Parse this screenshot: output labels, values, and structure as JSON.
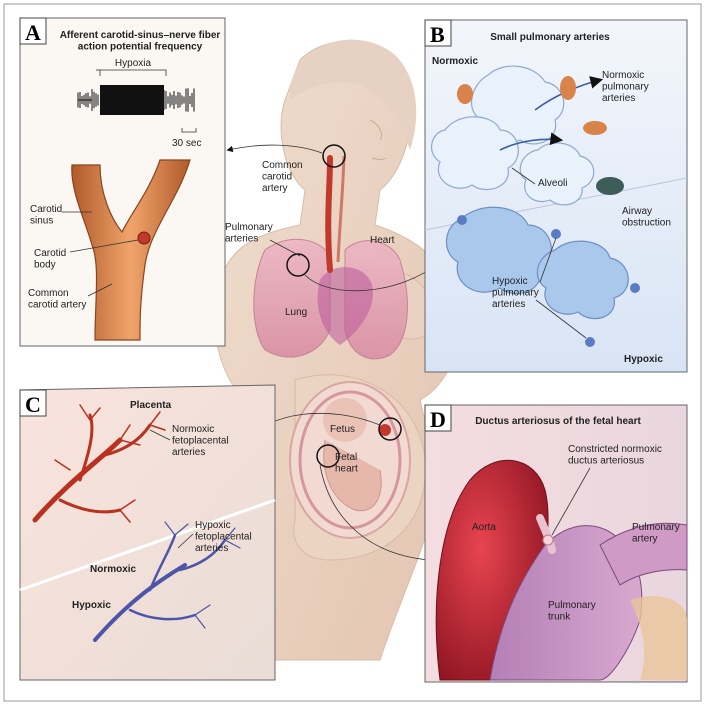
{
  "colors": {
    "panel_bg_a": "#fbf7f2",
    "panel_bg_b": "#eaf1fb",
    "panel_bg_c": "#f7efe8",
    "panel_bg_d": "#f5eef0",
    "artery_red": "#c0392b",
    "vessel_blue": "#5566b0",
    "alveoli_blue": "#9fc2ea",
    "lung_pink": "#e7a7b7",
    "skin": "#e7c9b4"
  },
  "body": {
    "common_carotid_artery": "Common\ncarotid\nartery",
    "pulmonary_arteries": "Pulmonary\narteries",
    "heart": "Heart",
    "lung": "Lung",
    "fetus": "Fetus",
    "fetal_heart": "Fetal\nheart"
  },
  "panel_a": {
    "letter": "A",
    "title": "Afferent carotid-sinus–nerve fiber\naction potential frequency",
    "hypoxia": "Hypoxia",
    "scale": "30 sec",
    "carotid_sinus": "Carotid\nsinus",
    "carotid_body": "Carotid\nbody",
    "common_carotid_artery": "Common\ncarotid artery"
  },
  "panel_b": {
    "letter": "B",
    "title": "Small pulmonary arteries",
    "normoxic": "Normoxic",
    "normoxic_arteries": "Normoxic\npulmonary\narteries",
    "alveoli": "Alveoli",
    "airway_obstruction": "Airway\nobstruction",
    "hypoxic_arteries": "Hypoxic\npulmonary\narteries",
    "hypoxic": "Hypoxic"
  },
  "panel_c": {
    "letter": "C",
    "placenta": "Placenta",
    "normoxic_arteries": "Normoxic\nfetoplacental\narteries",
    "hypoxic_arteries": "Hypoxic\nfetoplacental\narteries",
    "normoxic": "Normoxic",
    "hypoxic": "Hypoxic"
  },
  "panel_d": {
    "letter": "D",
    "title": "Ductus arteriosus of the fetal heart",
    "constricted": "Constricted normoxic\nductus arteriosus",
    "aorta": "Aorta",
    "pulmonary_artery": "Pulmonary\nartery",
    "pulmonary_trunk": "Pulmonary\ntrunk"
  }
}
